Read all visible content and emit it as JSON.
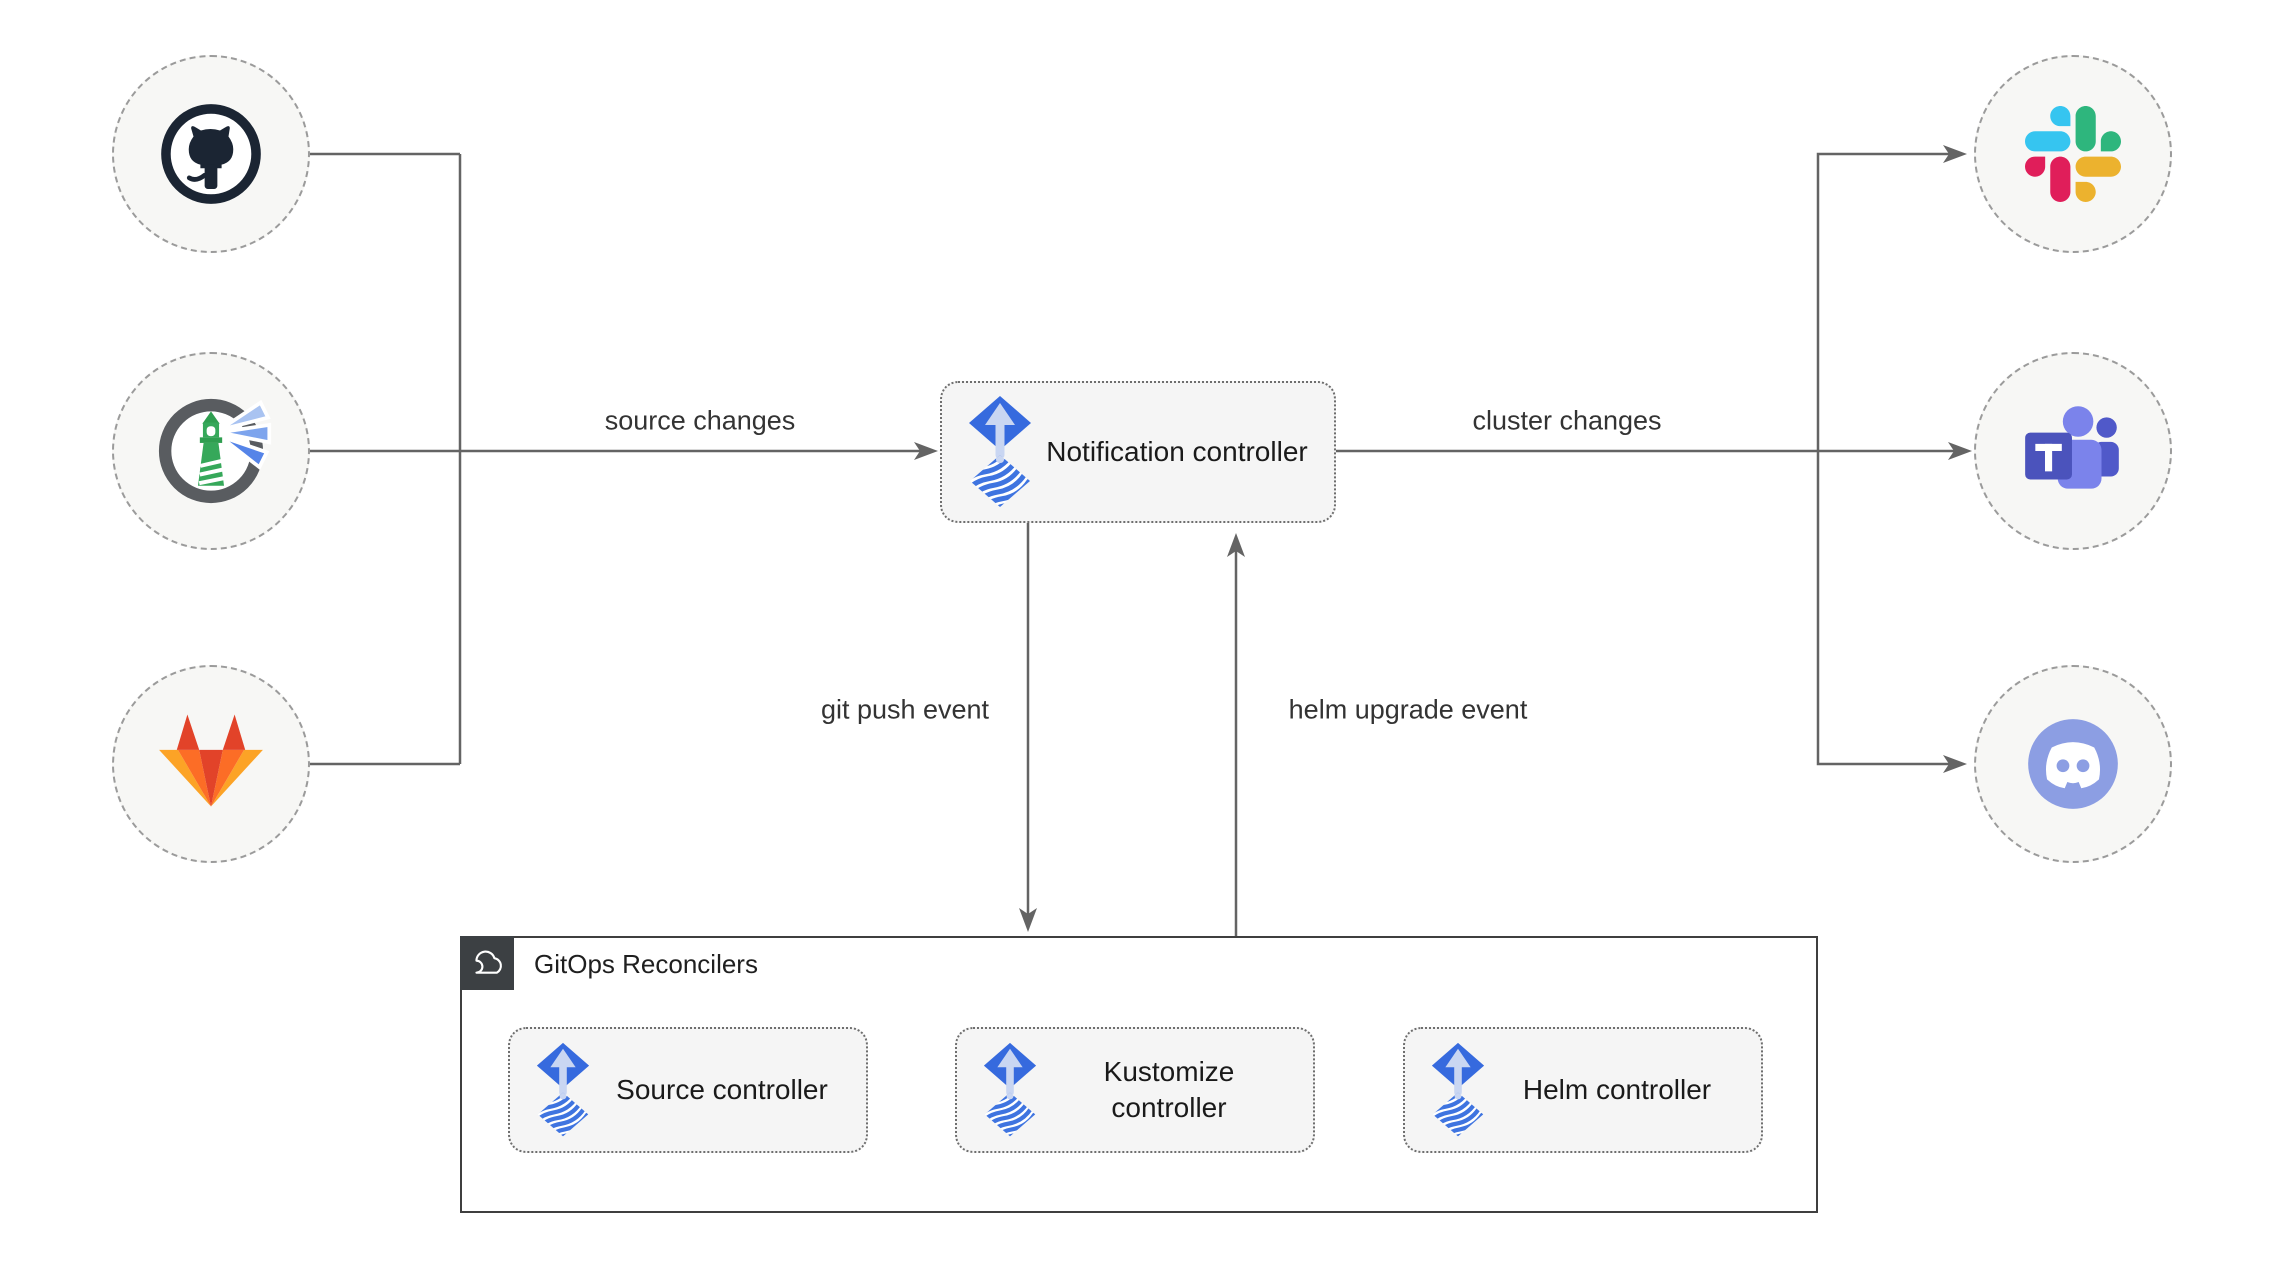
{
  "diagram": {
    "container": {
      "label": "GitOps Reconcilers"
    },
    "nodes": {
      "notification_controller": {
        "label": "Notification controller"
      },
      "source_controller": {
        "label": "Source controller"
      },
      "kustomize_controller": {
        "label": "Kustomize controller"
      },
      "helm_controller": {
        "label": "Helm controller"
      }
    },
    "edges": {
      "source_changes": "source changes",
      "cluster_changes": "cluster changes",
      "git_push_event": "git push event",
      "helm_upgrade_event": "helm upgrade event"
    },
    "integrations": {
      "left": [
        "github-icon",
        "harbor-icon",
        "gitlab-icon"
      ],
      "right": [
        "slack-icon",
        "teams-icon",
        "discord-icon"
      ]
    },
    "icon_names": {
      "controller_icon": "flux-icon",
      "container_badge_icon": "cloud-icon"
    },
    "colors": {
      "flux_blue": "#366ade",
      "flux_arrow": "#c9d6f2",
      "line_gray": "#646464",
      "node_fill": "#f7f7f5",
      "box_fill": "#f5f5f5",
      "badge_dark": "#3c4043",
      "github_dark": "#1b2533",
      "gitlab_red": "#e24329",
      "gitlab_orange": "#fc6d26",
      "gitlab_amber": "#fca326",
      "slack_blue": "#36C5F0",
      "slack_green": "#2EB67D",
      "slack_yellow": "#ECB22E",
      "slack_pink": "#E01E5A",
      "teams_purple": "#4b53bc",
      "teams_light": "#7b83eb",
      "discord_blurple": "#8c9ee3",
      "harbor_green": "#36a85a",
      "harbor_gray": "#595c60"
    }
  }
}
